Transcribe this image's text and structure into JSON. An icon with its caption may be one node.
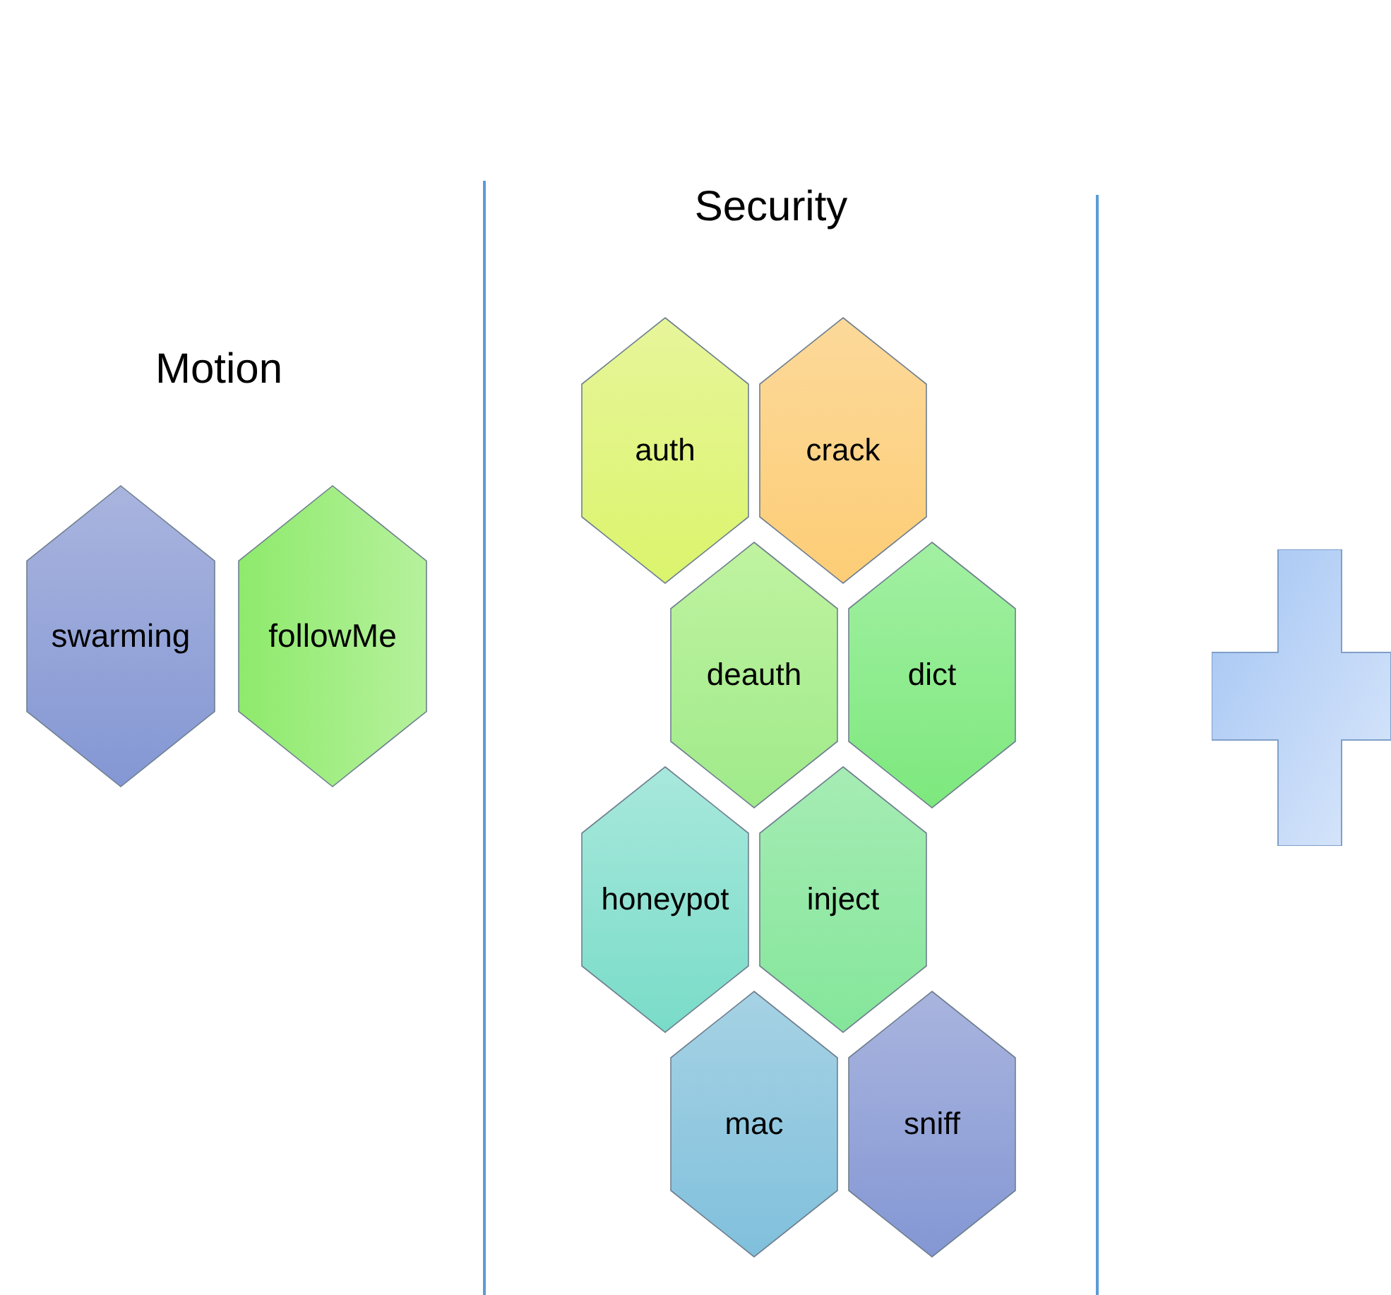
{
  "diagram": {
    "nodes": [
      {
        "text": [
          "swarming"
        ]
      },
      {
        "text": [
          "followMe"
        ]
      },
      {
        "text": [
          "auth"
        ]
      },
      {
        "text": [
          "crack"
        ]
      },
      {
        "text": [
          "deauth"
        ]
      },
      {
        "text": [
          "dict"
        ]
      },
      {
        "text": [
          "honeypot"
        ]
      },
      {
        "text": [
          "inject"
        ]
      },
      {
        "text": [
          "mac"
        ]
      },
      {
        "text": [
          "sniff"
        ]
      }
    ],
    "labels": [
      "Motion",
      "Security"
    ]
  }
}
